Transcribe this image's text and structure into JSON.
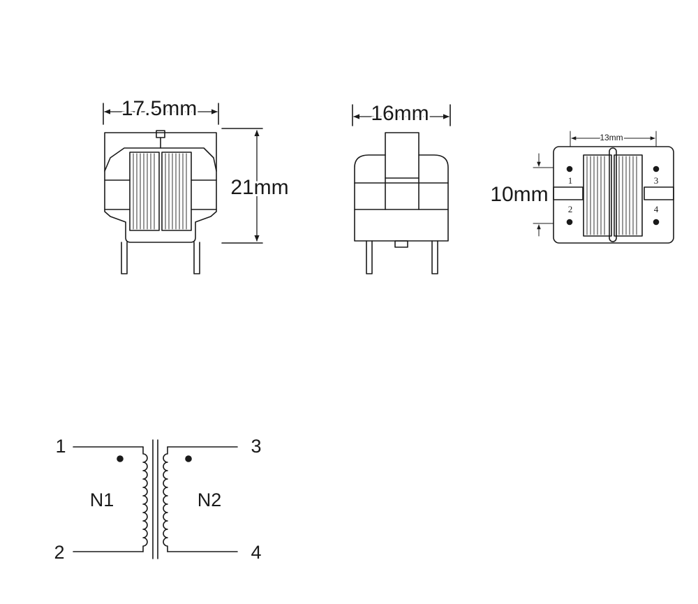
{
  "front_view": {
    "width_label": "17.5mm",
    "height_label": "21mm"
  },
  "side_view": {
    "width_label": "16mm"
  },
  "bottom_view": {
    "pitch_label": "13mm",
    "row_label": "10mm",
    "pins": [
      "1",
      "2",
      "3",
      "4"
    ]
  },
  "schematic": {
    "terminals": [
      "1",
      "2",
      "3",
      "4"
    ],
    "windings": [
      "N1",
      "N2"
    ]
  },
  "colors": {
    "line": "#1a1a1a",
    "background": "#ffffff"
  }
}
